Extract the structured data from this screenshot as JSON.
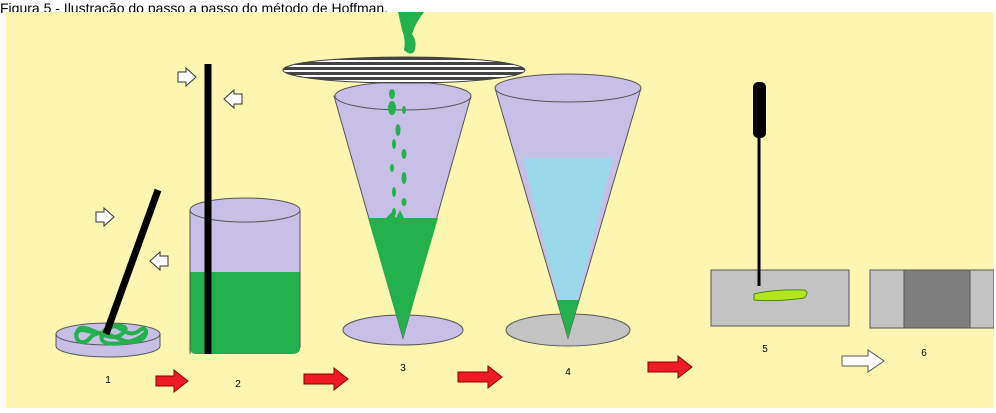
{
  "caption": "Figura 5 - Ilustração do passo a passo do método de Hoffman.",
  "steps": [
    "1",
    "2",
    "3",
    "4",
    "5",
    "6"
  ],
  "colors": {
    "background": "#fdf6b1",
    "green": "#23b14d",
    "lavender": "#c8bfe7",
    "light_blue": "#99d9ea",
    "gray": "#c3c3c3",
    "dark_gray": "#7f7f7f",
    "red_arrow": "#ed1c24",
    "yellow_green": "#b5e61d"
  }
}
